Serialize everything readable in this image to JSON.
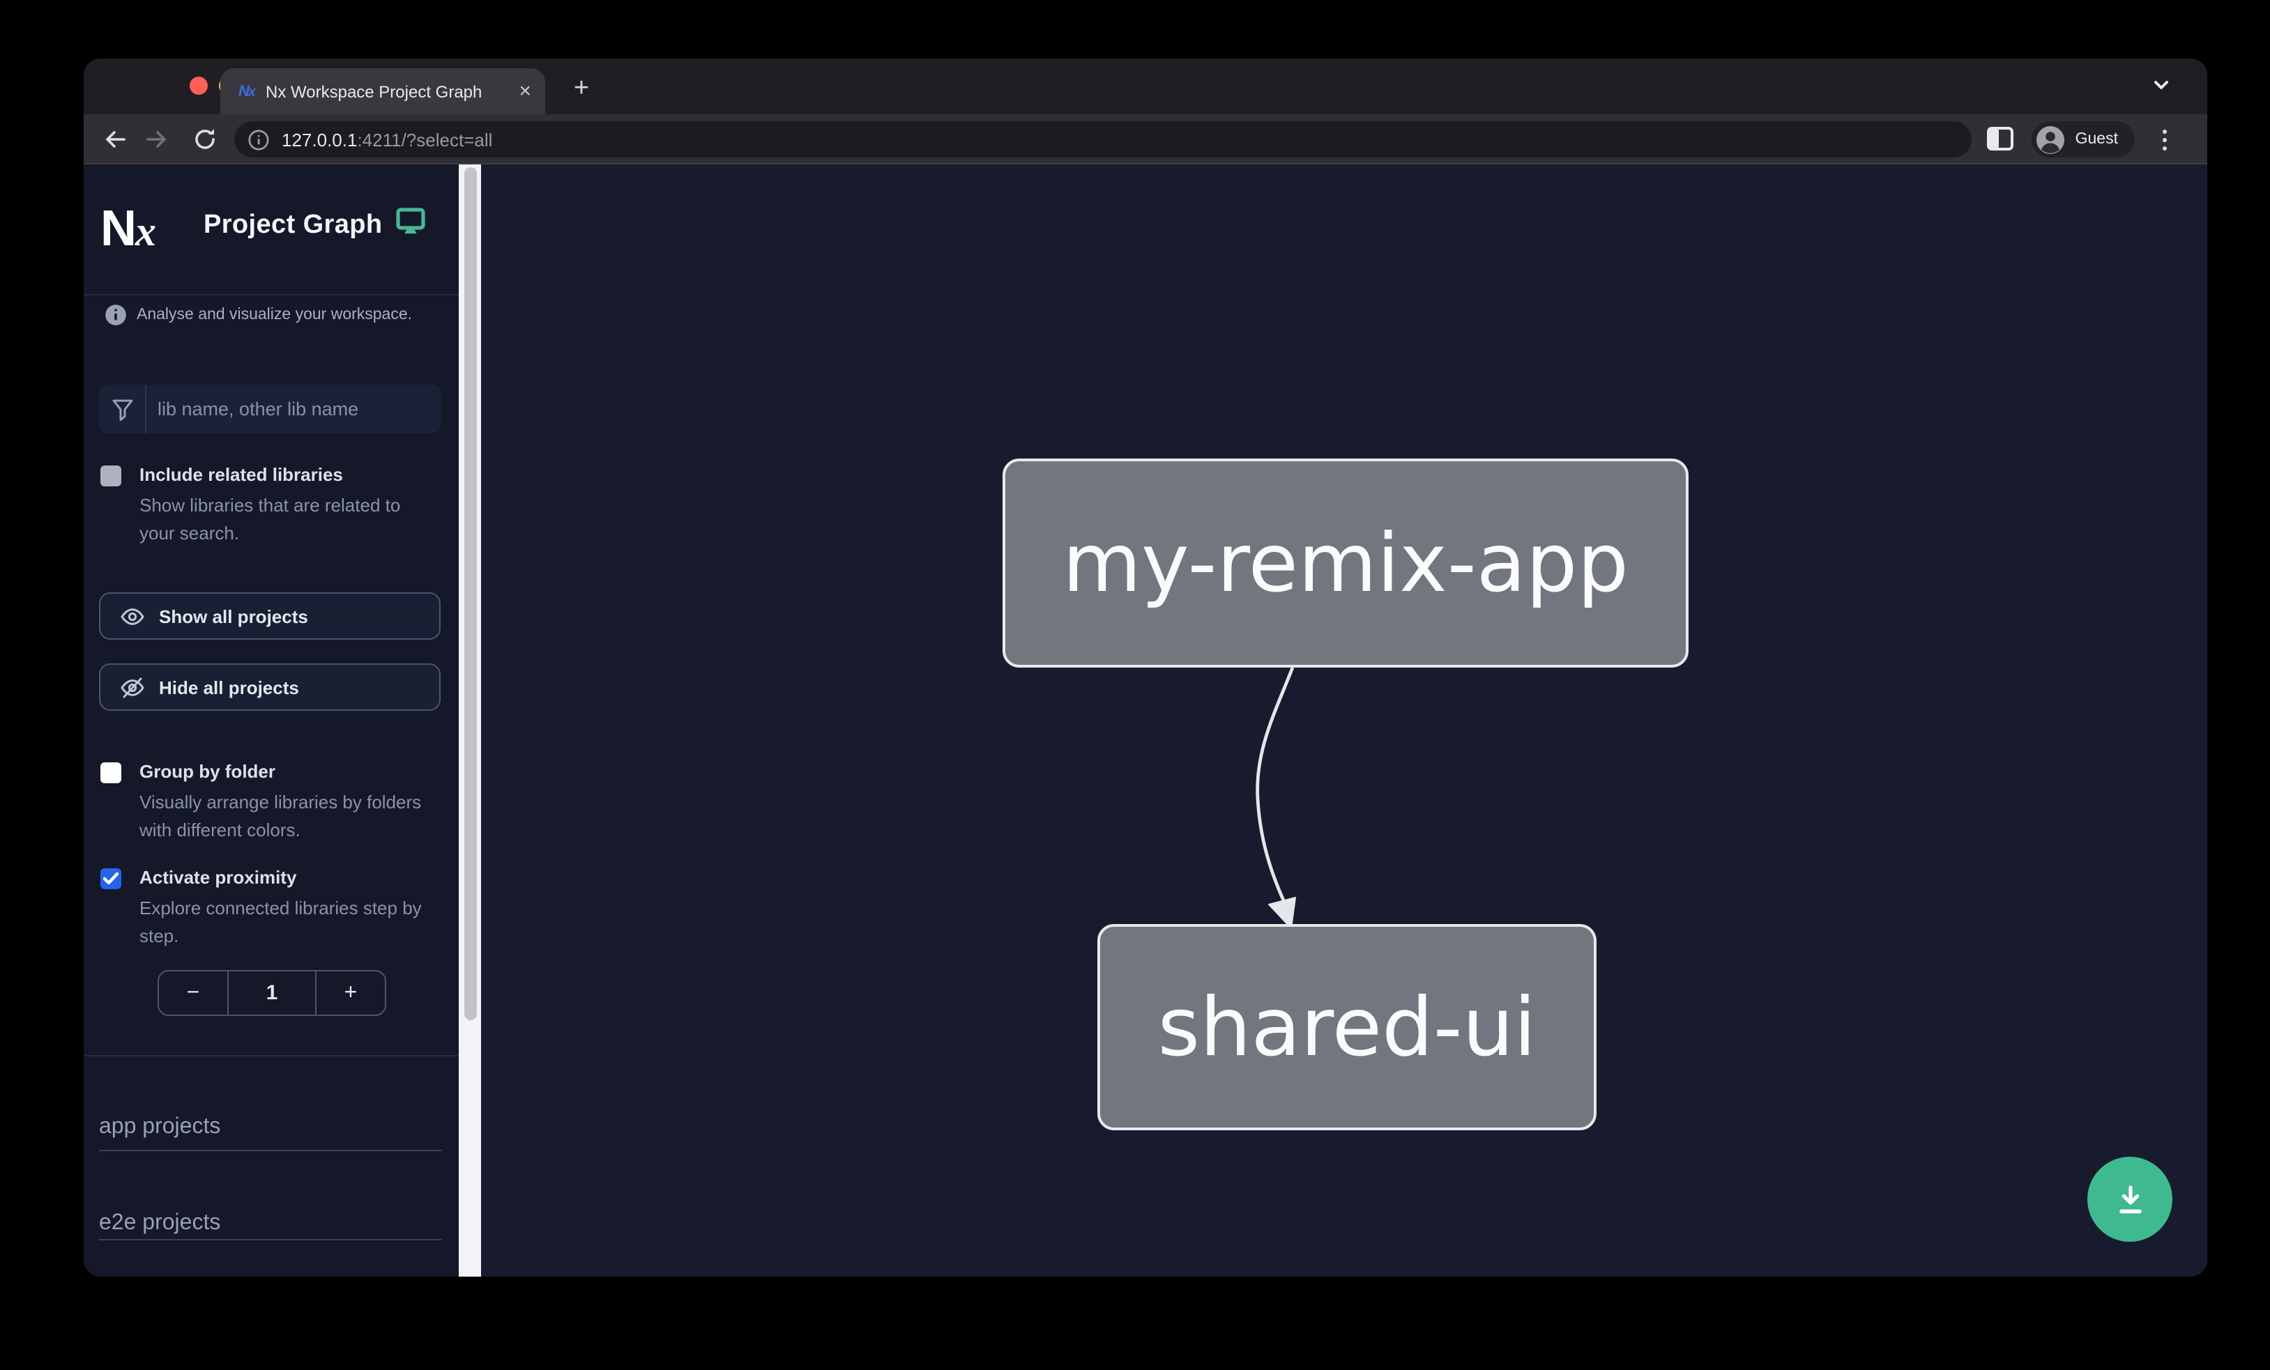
{
  "browser": {
    "tab": {
      "title": "Nx Workspace Project Graph",
      "close_glyph": "×",
      "new_tab_glyph": "+"
    },
    "url": {
      "host": "127.0.0.1",
      "path": ":4211/?select=all"
    },
    "profile_label": "Guest"
  },
  "sidebar": {
    "brand": "Nx",
    "title": "Project Graph",
    "tagline": "Analyse and visualize your workspace.",
    "filter": {
      "placeholder": "lib name, other lib name"
    },
    "include_related": {
      "label": "Include related libraries",
      "description": "Show libraries that are related to your search.",
      "checked": false
    },
    "show_all_label": "Show all projects",
    "hide_all_label": "Hide all projects",
    "group_by_folder": {
      "label": "Group by folder",
      "description": "Visually arrange libraries by folders with different colors.",
      "checked": false
    },
    "activate_proximity": {
      "label": "Activate proximity",
      "description": "Explore connected libraries step by step.",
      "checked": true
    },
    "proximity": {
      "decrease_glyph": "−",
      "value": "1",
      "increase_glyph": "+"
    },
    "sections": [
      {
        "label": "app projects"
      },
      {
        "label": "e2e projects"
      }
    ]
  },
  "graph": {
    "nodes": [
      {
        "label": "my-remix-app"
      },
      {
        "label": "shared-ui"
      }
    ],
    "edges": [
      {
        "from": "my-remix-app",
        "to": "shared-ui"
      }
    ]
  },
  "colors": {
    "accent_green": "#3fba90",
    "monitor_icon_green": "#4bb794",
    "checkbox_blue": "#2463eb",
    "node_fill": "#74767f",
    "node_border": "#e6e8ec",
    "graph_background": "#171b2d",
    "sidebar_background": "#141828"
  }
}
